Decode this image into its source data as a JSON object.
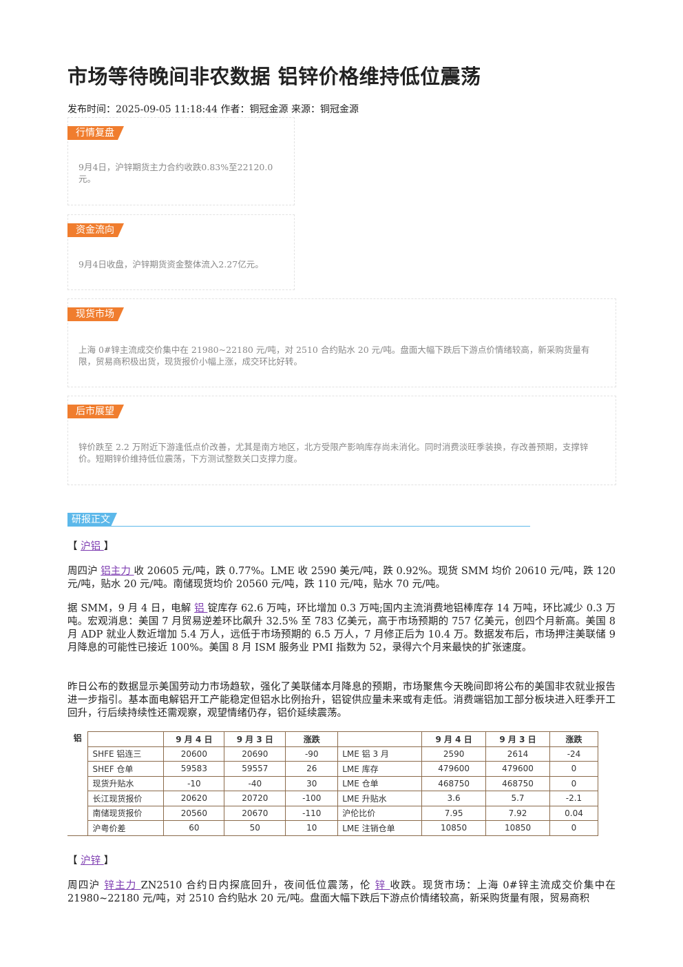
{
  "title": "市场等待晚间非农数据 铝锌价格维持低位震荡",
  "meta": "发布时间：2025-09-05 11:18:44 作者：铜冠金源 来源：铜冠金源",
  "cards": {
    "review": {
      "tag": "行情复盘",
      "text": "9月4日，沪锌期货主力合约收跌0.83%至22120.0元。"
    },
    "flow": {
      "tag": "资金流向",
      "text": "9月4日收盘，沪锌期货资金整体流入2.27亿元。"
    },
    "spot": {
      "tag": "现货市场",
      "text": "上海 0#锌主流成交价集中在 21980~22180 元/吨，对 2510 合约贴水 20 元/吨。盘面大幅下跌后下游点价情绪较高，新采购货量有限，贸易商积极出货，现货报价小幅上涨，成交环比好转。"
    },
    "outlook": {
      "tag": "后市展望",
      "text": "锌价跌至 2.2 万附近下游逢低点价改善，尤其是南方地区，北方受限产影响库存尚未消化。同时消费淡旺季装换，存改善预期，支撑锌价。短期锌价维持低位震荡，下方测试整数关口支撑力度。"
    }
  },
  "research_tag": "研报正文",
  "al": {
    "bracket_l": "【 ",
    "bracket_link": "沪铝 ",
    "bracket_r": "】",
    "p1_a": "周四沪 ",
    "p1_link": "铝主力 ",
    "p1_b": "收 20605 元/吨，跌 0.77%。LME 收 2590 美元/吨，跌 0.92%。现货 SMM 均价 20610 元/吨，跌 120 元/吨，贴水 20 元/吨。南储现货均价 20560 元/吨，跌 110 元/吨，贴水 70 元/吨。",
    "p2_a": "据 SMM，9 月 4 日，电解 ",
    "p2_link": "铝 ",
    "p2_b": "锭库存 62.6 万吨，环比增加 0.3 万吨;国内主流消费地铝棒库存 14 万吨，环比减少 0.3 万吨。宏观消息：美国 7 月贸易逆差环比飙升 32.5% 至 783 亿美元，高于市场预期的 757 亿美元，创四个月新高。美国 8 月 ADP 就业人数近增加 5.4 万人，远低于市场预期的 6.5 万人，7 月修正后为 10.4 万。数据发布后，市场押注美联储 9 月降息的可能性已接近 100%。美国 8 月 ISM 服务业 PMI 指数为 52，录得六个月来最快的扩张速度。",
    "p3": "昨日公布的数据显示美国劳动力市场趋软，强化了美联储本月降息的预期，市场聚焦今天晚间即将公布的美国非农就业报告进一步指引。基本面电解铝开工产能稳定但铝水比例抬升，铝锭供应量未来或有走低。消费端铝加工部分板块进入旺季开工回升，行后续持续性还需观察，观望情绪仍存，铝价延续震荡。"
  },
  "table": {
    "corner": "铝",
    "headers": [
      "9 月 4 日",
      "9 月 3 日",
      "涨跌",
      "",
      "9 月 4 日",
      "9 月 3 日",
      "涨跌"
    ],
    "rows": [
      [
        "SHFE 铝连三",
        "20600",
        "20690",
        "-90",
        "LME 铝 3 月",
        "2590",
        "2614",
        "-24"
      ],
      [
        "SHEF 仓单",
        "59583",
        "59557",
        "26",
        "LME 库存",
        "479600",
        "479600",
        "0"
      ],
      [
        "现货升贴水",
        "-10",
        "-40",
        "30",
        "LME 仓单",
        "468750",
        "468750",
        "0"
      ],
      [
        "长江现货报价",
        "20620",
        "20720",
        "-100",
        "LME 升贴水",
        "3.6",
        "5.7",
        "-2.1"
      ],
      [
        "南储现货报价",
        "20560",
        "20670",
        "-110",
        "沪伦比价",
        "7.95",
        "7.92",
        "0.04"
      ],
      [
        "沪粤价差",
        "60",
        "50",
        "10",
        "LME 注销仓单",
        "10850",
        "10850",
        "0"
      ]
    ]
  },
  "zn": {
    "bracket_l": "【 ",
    "bracket_link": "沪锌 ",
    "bracket_r": "】",
    "p1_a": "周四沪 ",
    "p1_link": "锌主力 ",
    "p1_b": "ZN2510 合约日内探底回升，夜间低位震荡，伦 ",
    "p1_link2": "锌 ",
    "p1_c": "收跌。现货市场：上海 0#锌主流成交价集中在 21980~22180 元/吨，对 2510 合约贴水 20 元/吨。盘面大幅下跌后下游点价情绪较高，新采购货量有限，贸易商积"
  }
}
